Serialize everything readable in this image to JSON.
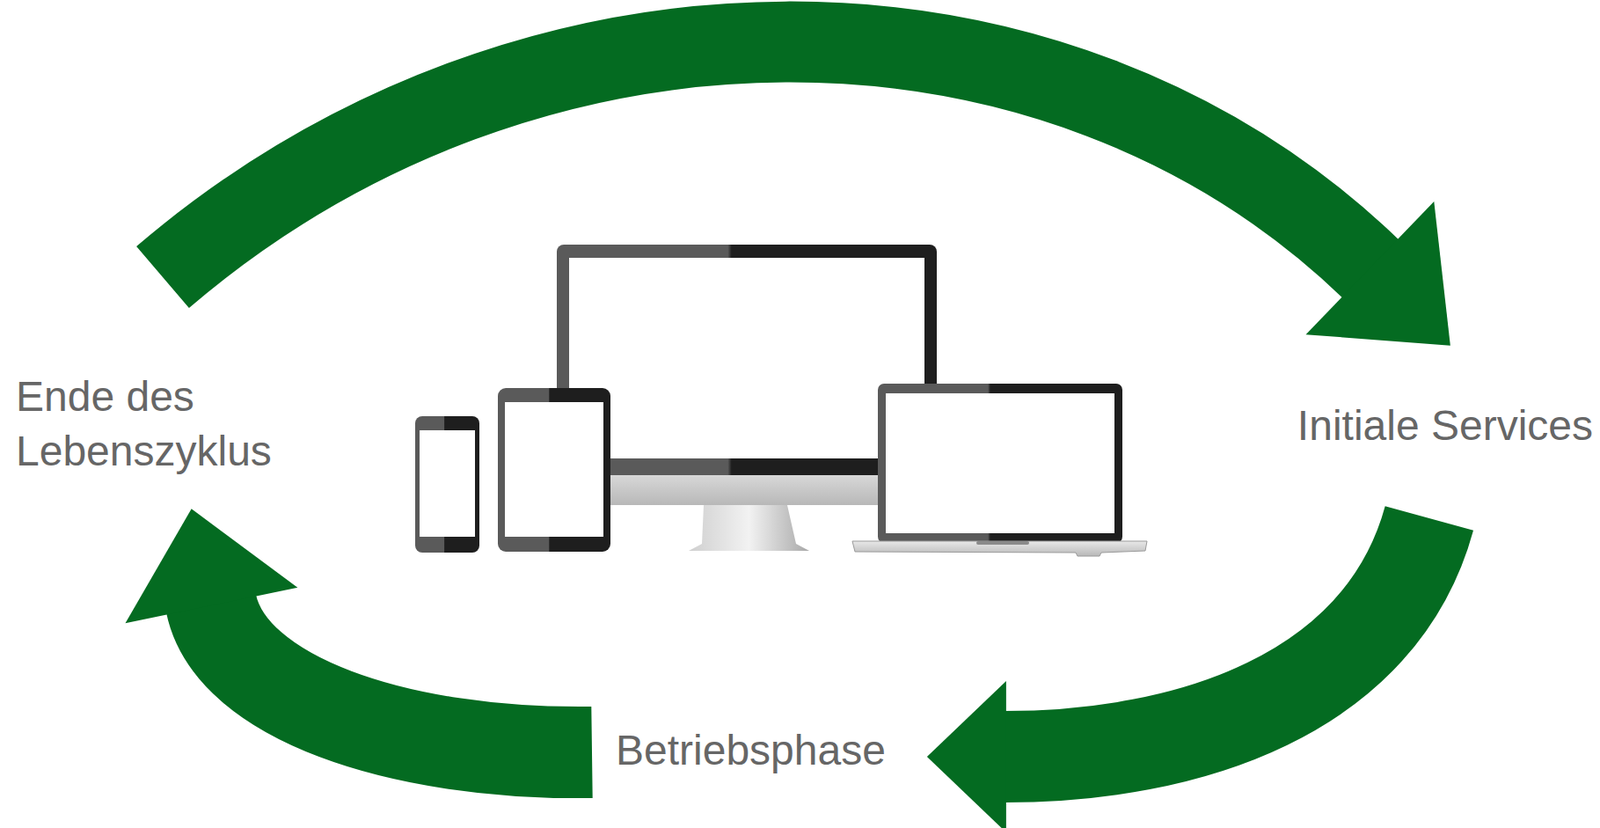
{
  "diagram": {
    "nodes": [
      {
        "text": [
          "Ende des Lebenszyklus"
        ]
      },
      {
        "text": [
          "Initiale Services"
        ]
      },
      {
        "text": [
          "Betriebsphase"
        ]
      }
    ],
    "edges": [
      {
        "from": 0,
        "to": 1,
        "arrow": "to"
      },
      {
        "from": 1,
        "to": 2,
        "arrow": "to"
      },
      {
        "from": 2,
        "to": 0,
        "arrow": "to"
      }
    ]
  }
}
